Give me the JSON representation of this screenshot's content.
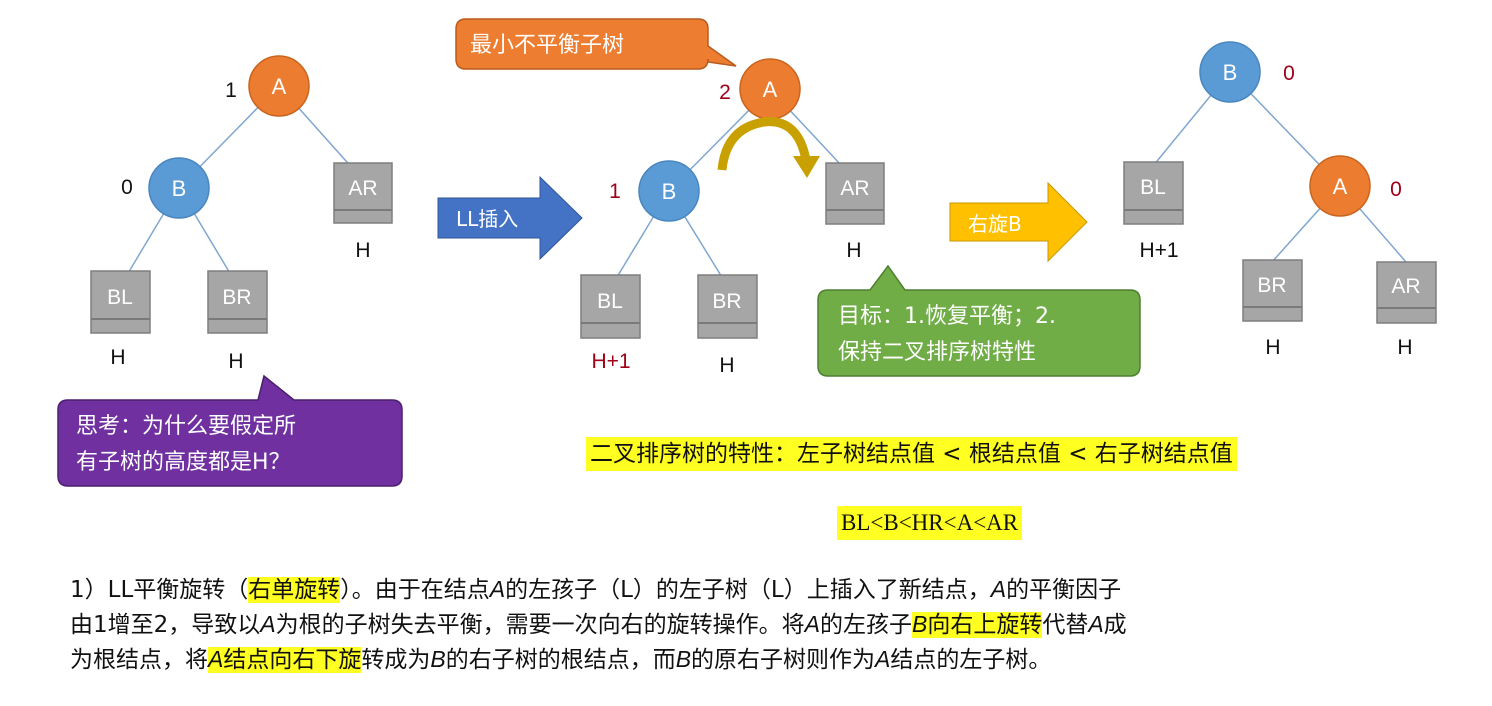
{
  "colors": {
    "node_a": "#ec7c30",
    "node_b": "#5b9bd5",
    "subtree_box": "#a6a6a6",
    "edge": "#7fa7cf",
    "factor_red": "#a00018",
    "arrow_blue": "#4472c4",
    "arrow_gold": "#ffc000",
    "rotate_arrow": "#c8a000",
    "callout_purple": "#7030a0",
    "callout_orange": "#ed7d31",
    "callout_green": "#70ad47",
    "highlight": "#ffff22"
  },
  "icons": [
    "ll-insert-arrow",
    "rotate-right-b-arrow",
    "curved-rotation-arrow"
  ],
  "tree1": {
    "a": "A",
    "a_factor": "1",
    "b": "B",
    "b_factor": "0",
    "ar": "AR",
    "ar_h": "H",
    "bl": "BL",
    "bl_h": "H",
    "br": "BR",
    "br_h": "H"
  },
  "tree2": {
    "a": "A",
    "a_factor": "2",
    "b": "B",
    "b_factor": "1",
    "ar": "AR",
    "ar_h": "H",
    "bl": "BL",
    "bl_h": "H+1",
    "br": "BR",
    "br_h": "H"
  },
  "tree3": {
    "b": "B",
    "b_factor": "0",
    "a": "A",
    "a_factor": "0",
    "bl": "BL",
    "bl_h": "H+1",
    "br": "BR",
    "br_h": "H",
    "ar": "AR",
    "ar_h": "H"
  },
  "arrows": {
    "ll_insert": "LL插入",
    "rotate": "右旋B"
  },
  "callouts": {
    "min_unbalanced": "最小不平衡子树",
    "goal": [
      "目标：1.恢复平衡；2.",
      "保持二叉排序树特性"
    ],
    "think": [
      "思考：为什么要假定所",
      "有子树的高度都是H？"
    ]
  },
  "bst_property": "二叉排序树的特性：左子树结点值 < 根结点值 < 右子树结点值",
  "order": "BL<B<HR<A<AR",
  "explanation": {
    "l1a": "1）LL平衡旋转（",
    "l1b": "右单旋转",
    "l1c": "）。由于在结点",
    "l1d": "A",
    "l1e": "的左孩子（L）的左子树（L）上插入了新结点，",
    "l1f": "A",
    "l1g": "的平衡因子",
    "l2a": "由1增至2，导致以",
    "l2b": "A",
    "l2c": "为根的子树失去平衡，需要一次向右的旋转操作。将",
    "l2d": "A",
    "l2e": "的左孩子",
    "l2f": "B",
    "l2g": "向右上旋转",
    "l2h": "代替",
    "l2i": "A",
    "l2j": "成",
    "l3a": "为根结点，将",
    "l3b": "A",
    "l3c": "结点向右下旋",
    "l3d": "转成为",
    "l3e": "B",
    "l3f": "的右子树的根结点，而",
    "l3g": "B",
    "l3h": "的原右子树则作为",
    "l3i": "A",
    "l3j": "结点的左子树。"
  }
}
